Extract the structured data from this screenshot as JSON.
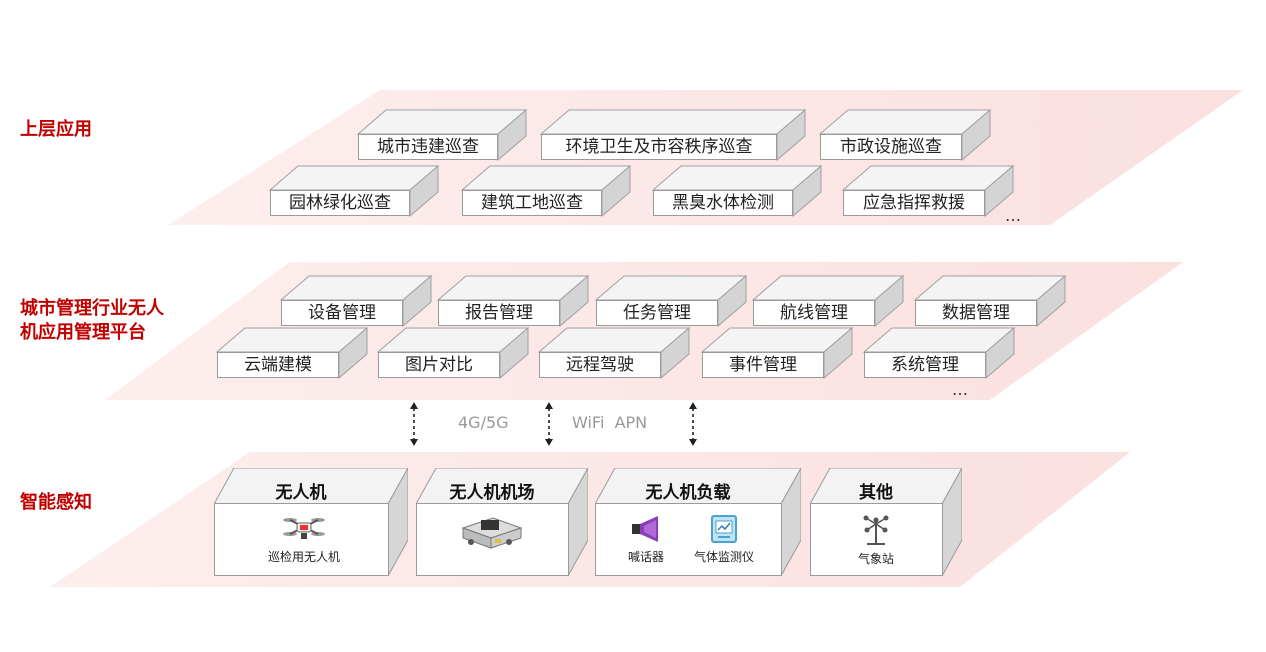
{
  "layers": {
    "top_label": "上层应用",
    "middle_label": "城市管理行业无人\n机应用管理平台",
    "bottom_label": "智能感知"
  },
  "top_row1": [
    "城市违建巡查",
    "环境卫生及市容秩序巡查",
    "市政设施巡查"
  ],
  "top_row2": [
    "园林绿化巡查",
    "建筑工地巡查",
    "黑臭水体检测",
    "应急指挥救援"
  ],
  "mid_row1": [
    "设备管理",
    "报告管理",
    "任务管理",
    "航线管理",
    "数据管理"
  ],
  "mid_row2": [
    "云端建模",
    "图片对比",
    "远程驾驶",
    "事件管理",
    "系统管理"
  ],
  "ellipsis": "…",
  "network": {
    "left": "4G/5G",
    "right": "WiFi  APN"
  },
  "perception": [
    {
      "title": "无人机",
      "items": [
        {
          "label": "巡检用无人机",
          "icon": "drone-icon"
        }
      ]
    },
    {
      "title": "无人机机场",
      "items": [
        {
          "label": "",
          "icon": "drone-hangar-icon"
        }
      ]
    },
    {
      "title": "无人机负载",
      "items": [
        {
          "label": "喊话器",
          "icon": "megaphone-icon"
        },
        {
          "label": "气体监测仪",
          "icon": "gas-monitor-icon"
        }
      ]
    },
    {
      "title": "其他",
      "items": [
        {
          "label": "气象站",
          "icon": "weather-station-icon"
        }
      ]
    }
  ],
  "colors": {
    "accent": "#c00000",
    "band": "#fbe4e4"
  }
}
